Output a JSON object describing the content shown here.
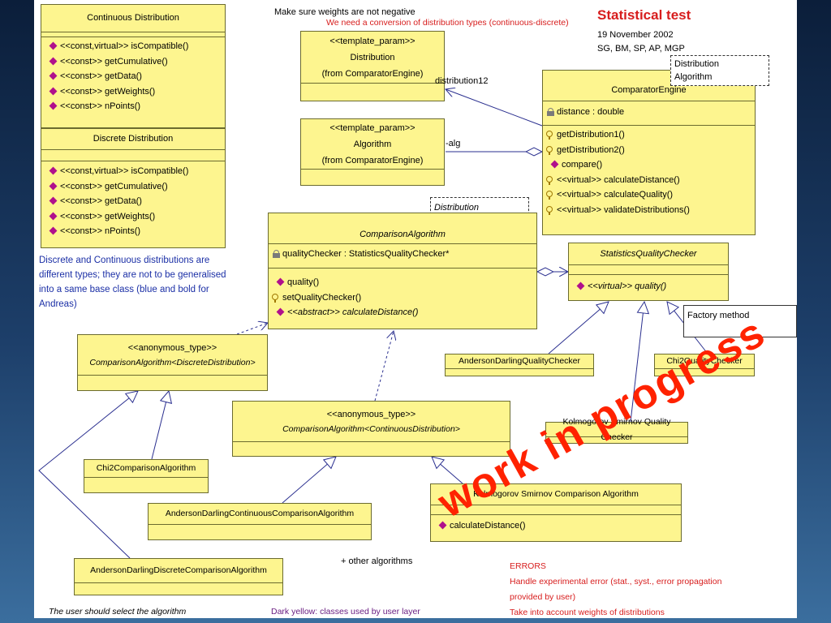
{
  "header": {
    "title": "Statistical test",
    "date": "19 November 2002",
    "authors": "SG, BM, SP, AP, MGP",
    "note_weights": "Make sure weights are not negative",
    "note_conversion": "We need a conversion of distribution types (continuous-discrete)"
  },
  "classes": {
    "continuous": {
      "name": "Continuous Distribution",
      "ops": [
        "<<const,virtual>> isCompatible()",
        "<<const>> getCumulative()",
        "<<const>> getData()",
        "<<const>> getWeights()",
        "<<const>> nPoints()"
      ]
    },
    "discrete": {
      "name": "Discrete Distribution",
      "ops": [
        "<<const,virtual>> isCompatible()",
        "<<const>> getCumulative()",
        "<<const>> getData()",
        "<<const>> getWeights()",
        "<<const>> nPoints()"
      ]
    },
    "tp_distribution": {
      "stereotype": "<<template_param>>",
      "name": "Distribution",
      "origin": "(from ComparatorEngine)"
    },
    "tp_algorithm": {
      "stereotype": "<<template_param>>",
      "name": "Algorithm",
      "origin": "(from ComparatorEngine)"
    },
    "comparator_engine": {
      "name": "ComparatorEngine",
      "attr": "distance : double",
      "ops": [
        "getDistribution1()",
        "getDistribution2()",
        "compare()",
        "<<virtual>> calculateDistance()",
        "<<virtual>> calculateQuality()",
        "<<virtual>> validateDistributions()"
      ]
    },
    "comparison_algorithm": {
      "name": "ComparisonAlgorithm",
      "attr": "qualityChecker : StatisticsQualityChecker*",
      "ops": [
        "quality()",
        "setQualityChecker()",
        "<<abstract>> calculateDistance()"
      ]
    },
    "quality_checker": {
      "name": "StatisticsQualityChecker",
      "ops": [
        "<<virtual>> quality()"
      ]
    },
    "anon_discrete": {
      "stereotype": "<<anonymous_type>>",
      "name": "ComparisonAlgorithm<DiscreteDistribution>"
    },
    "anon_continuous": {
      "stereotype": "<<anonymous_type>>",
      "name": "ComparisonAlgorithm<ContinuousDistribution>"
    },
    "anderson_checker": {
      "name": "AndersonDarlingQualityChecker"
    },
    "chi2_checker": {
      "name": "Chi2QualityChecker"
    },
    "ks_checker": {
      "name": "Kolmogorov Smirnov Quality Checker"
    },
    "chi2_algorithm": {
      "name": "Chi2ComparisonAlgorithm"
    },
    "adc_algorithm": {
      "name": "AndersonDarlingContinuousComparisonAlgorithm"
    },
    "ks_algorithm": {
      "name": "Kolmogorov Smirnov Comparison Algorithm",
      "op": "calculateDistance()"
    },
    "add_algorithm": {
      "name": "AndersonDarlingDiscreteComparisonAlgorithm"
    }
  },
  "notes": {
    "engine_params": [
      "Distribution",
      "Algorithm"
    ],
    "algo_param": "Distribution",
    "factory": "Factory method"
  },
  "labels": {
    "distribution12": "distribution1",
    "distribution12_suffix": "2",
    "alg": "-alg",
    "other_algorithms": "+ other algorithms",
    "user_select": "The user should select the algorithm",
    "dark_yellow": "Dark yellow: classes used by user layer"
  },
  "comment_blue": [
    "Discrete and Continuous distributions are",
    "different types; they are not to be generalised",
    "into a same base class (blue and bold for",
    "Andreas)"
  ],
  "errors": {
    "title": "ERRORS",
    "lines": [
      "Handle experimental error (stat., syst., error propagation",
      "provided by user)",
      "Take into account weights of distributions"
    ]
  },
  "overlay": "work in progress"
}
